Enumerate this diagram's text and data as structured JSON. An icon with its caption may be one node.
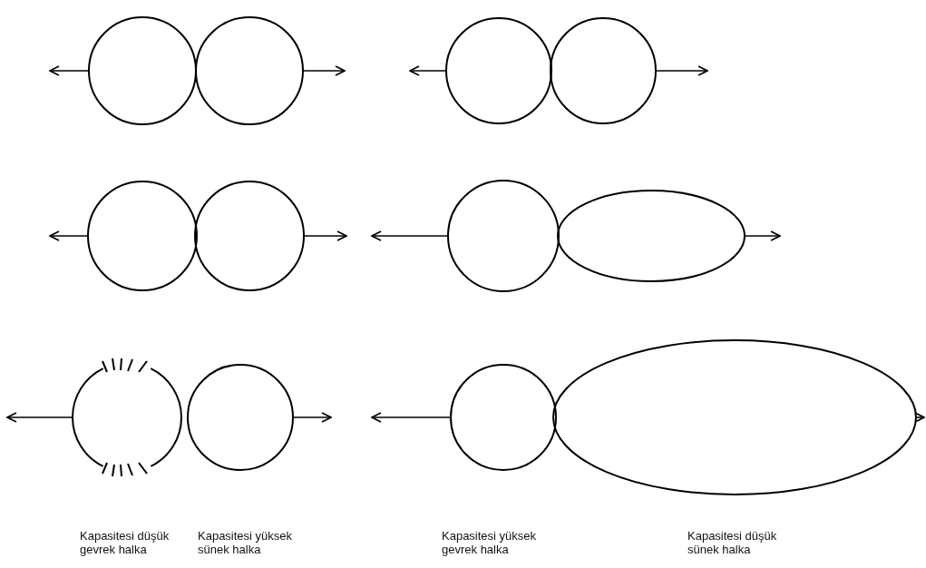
{
  "diagram": {
    "labels": [
      "Kapasitesi düşük gevrek halka",
      "Kapasitesi yüksek sünek halka",
      "Kapasitesi yüksek gevrek halka",
      "Kapasitesi düşük sünek halka"
    ]
  }
}
